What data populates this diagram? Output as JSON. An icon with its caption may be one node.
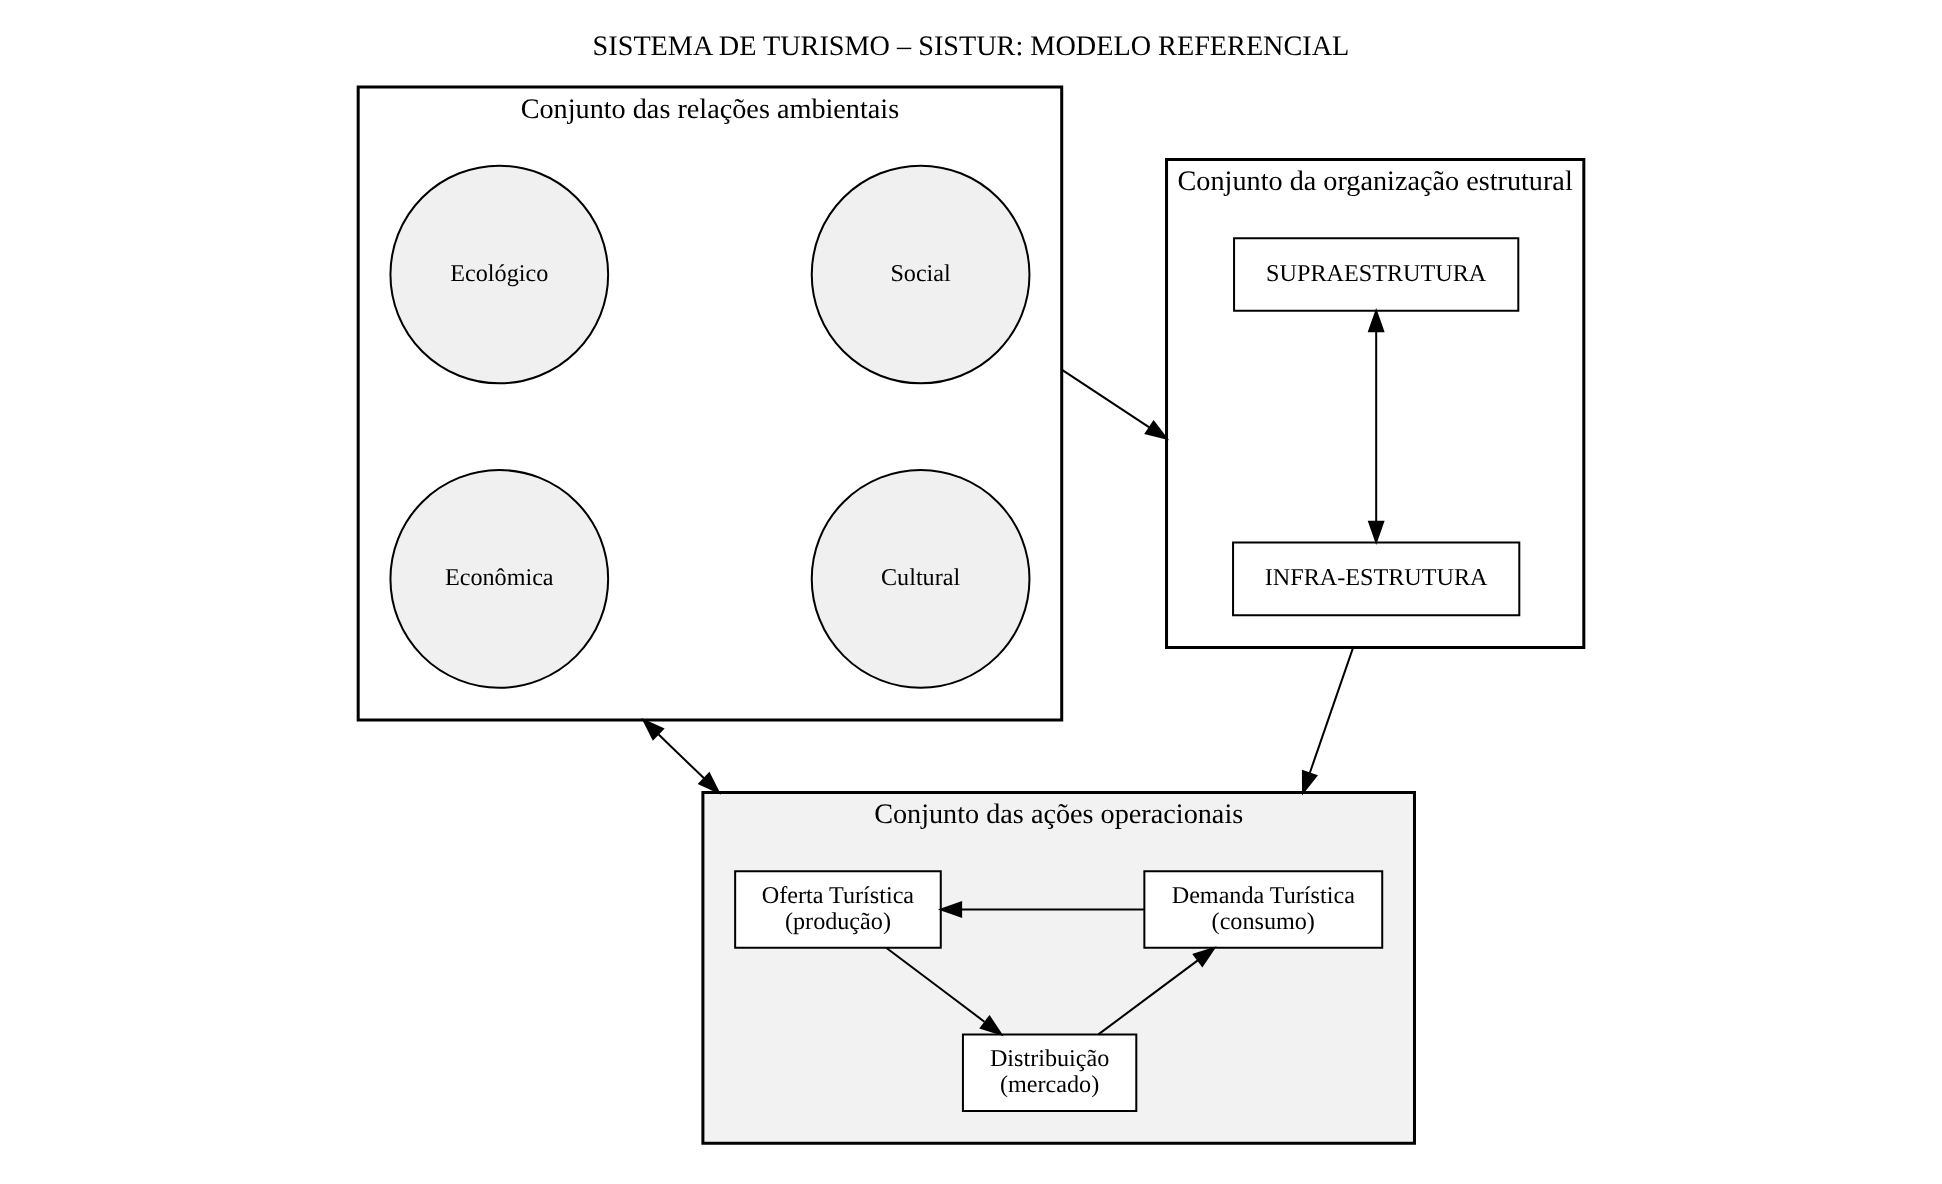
{
  "diagram": {
    "title": "SISTEMA DE TURISMO – SISTUR: MODELO REFERENCIAL",
    "nodes": [
      {
        "text": [
          "Conjunto das relações ambientais"
        ]
      },
      {
        "text": [
          "Ecológico"
        ],
        "in": 0
      },
      {
        "text": [
          "Social"
        ],
        "in": 0
      },
      {
        "text": [
          "Econômica"
        ],
        "in": 0
      },
      {
        "text": [
          "Cultural"
        ],
        "in": 0
      },
      {
        "text": [
          "Conjunto da organização estrutural"
        ]
      },
      {
        "text": [
          "SUPRAESTRUTURA"
        ],
        "in": 5
      },
      {
        "text": [
          "INFRA-ESTRUTURA"
        ],
        "in": 5
      },
      {
        "text": [
          "Conjunto das ações operacionais"
        ]
      },
      {
        "text": [
          "Oferta Turística",
          "(produção)"
        ],
        "in": 8
      },
      {
        "text": [
          "Demanda Turística",
          "(consumo)"
        ],
        "in": 8
      },
      {
        "text": [
          "Distribuição",
          "(mercado)"
        ],
        "in": 8
      }
    ],
    "edges": [
      {
        "from": 0,
        "to": 5,
        "arrow": "to"
      },
      {
        "from": 6,
        "to": 7,
        "arrow": "both"
      },
      {
        "from": 5,
        "to": 8,
        "arrow": "to"
      },
      {
        "from": 0,
        "to": 8,
        "arrow": "both"
      },
      {
        "from": 10,
        "to": 9,
        "arrow": "to"
      },
      {
        "from": 9,
        "to": 11,
        "arrow": "to"
      },
      {
        "from": 11,
        "to": 10,
        "arrow": "to"
      }
    ]
  }
}
